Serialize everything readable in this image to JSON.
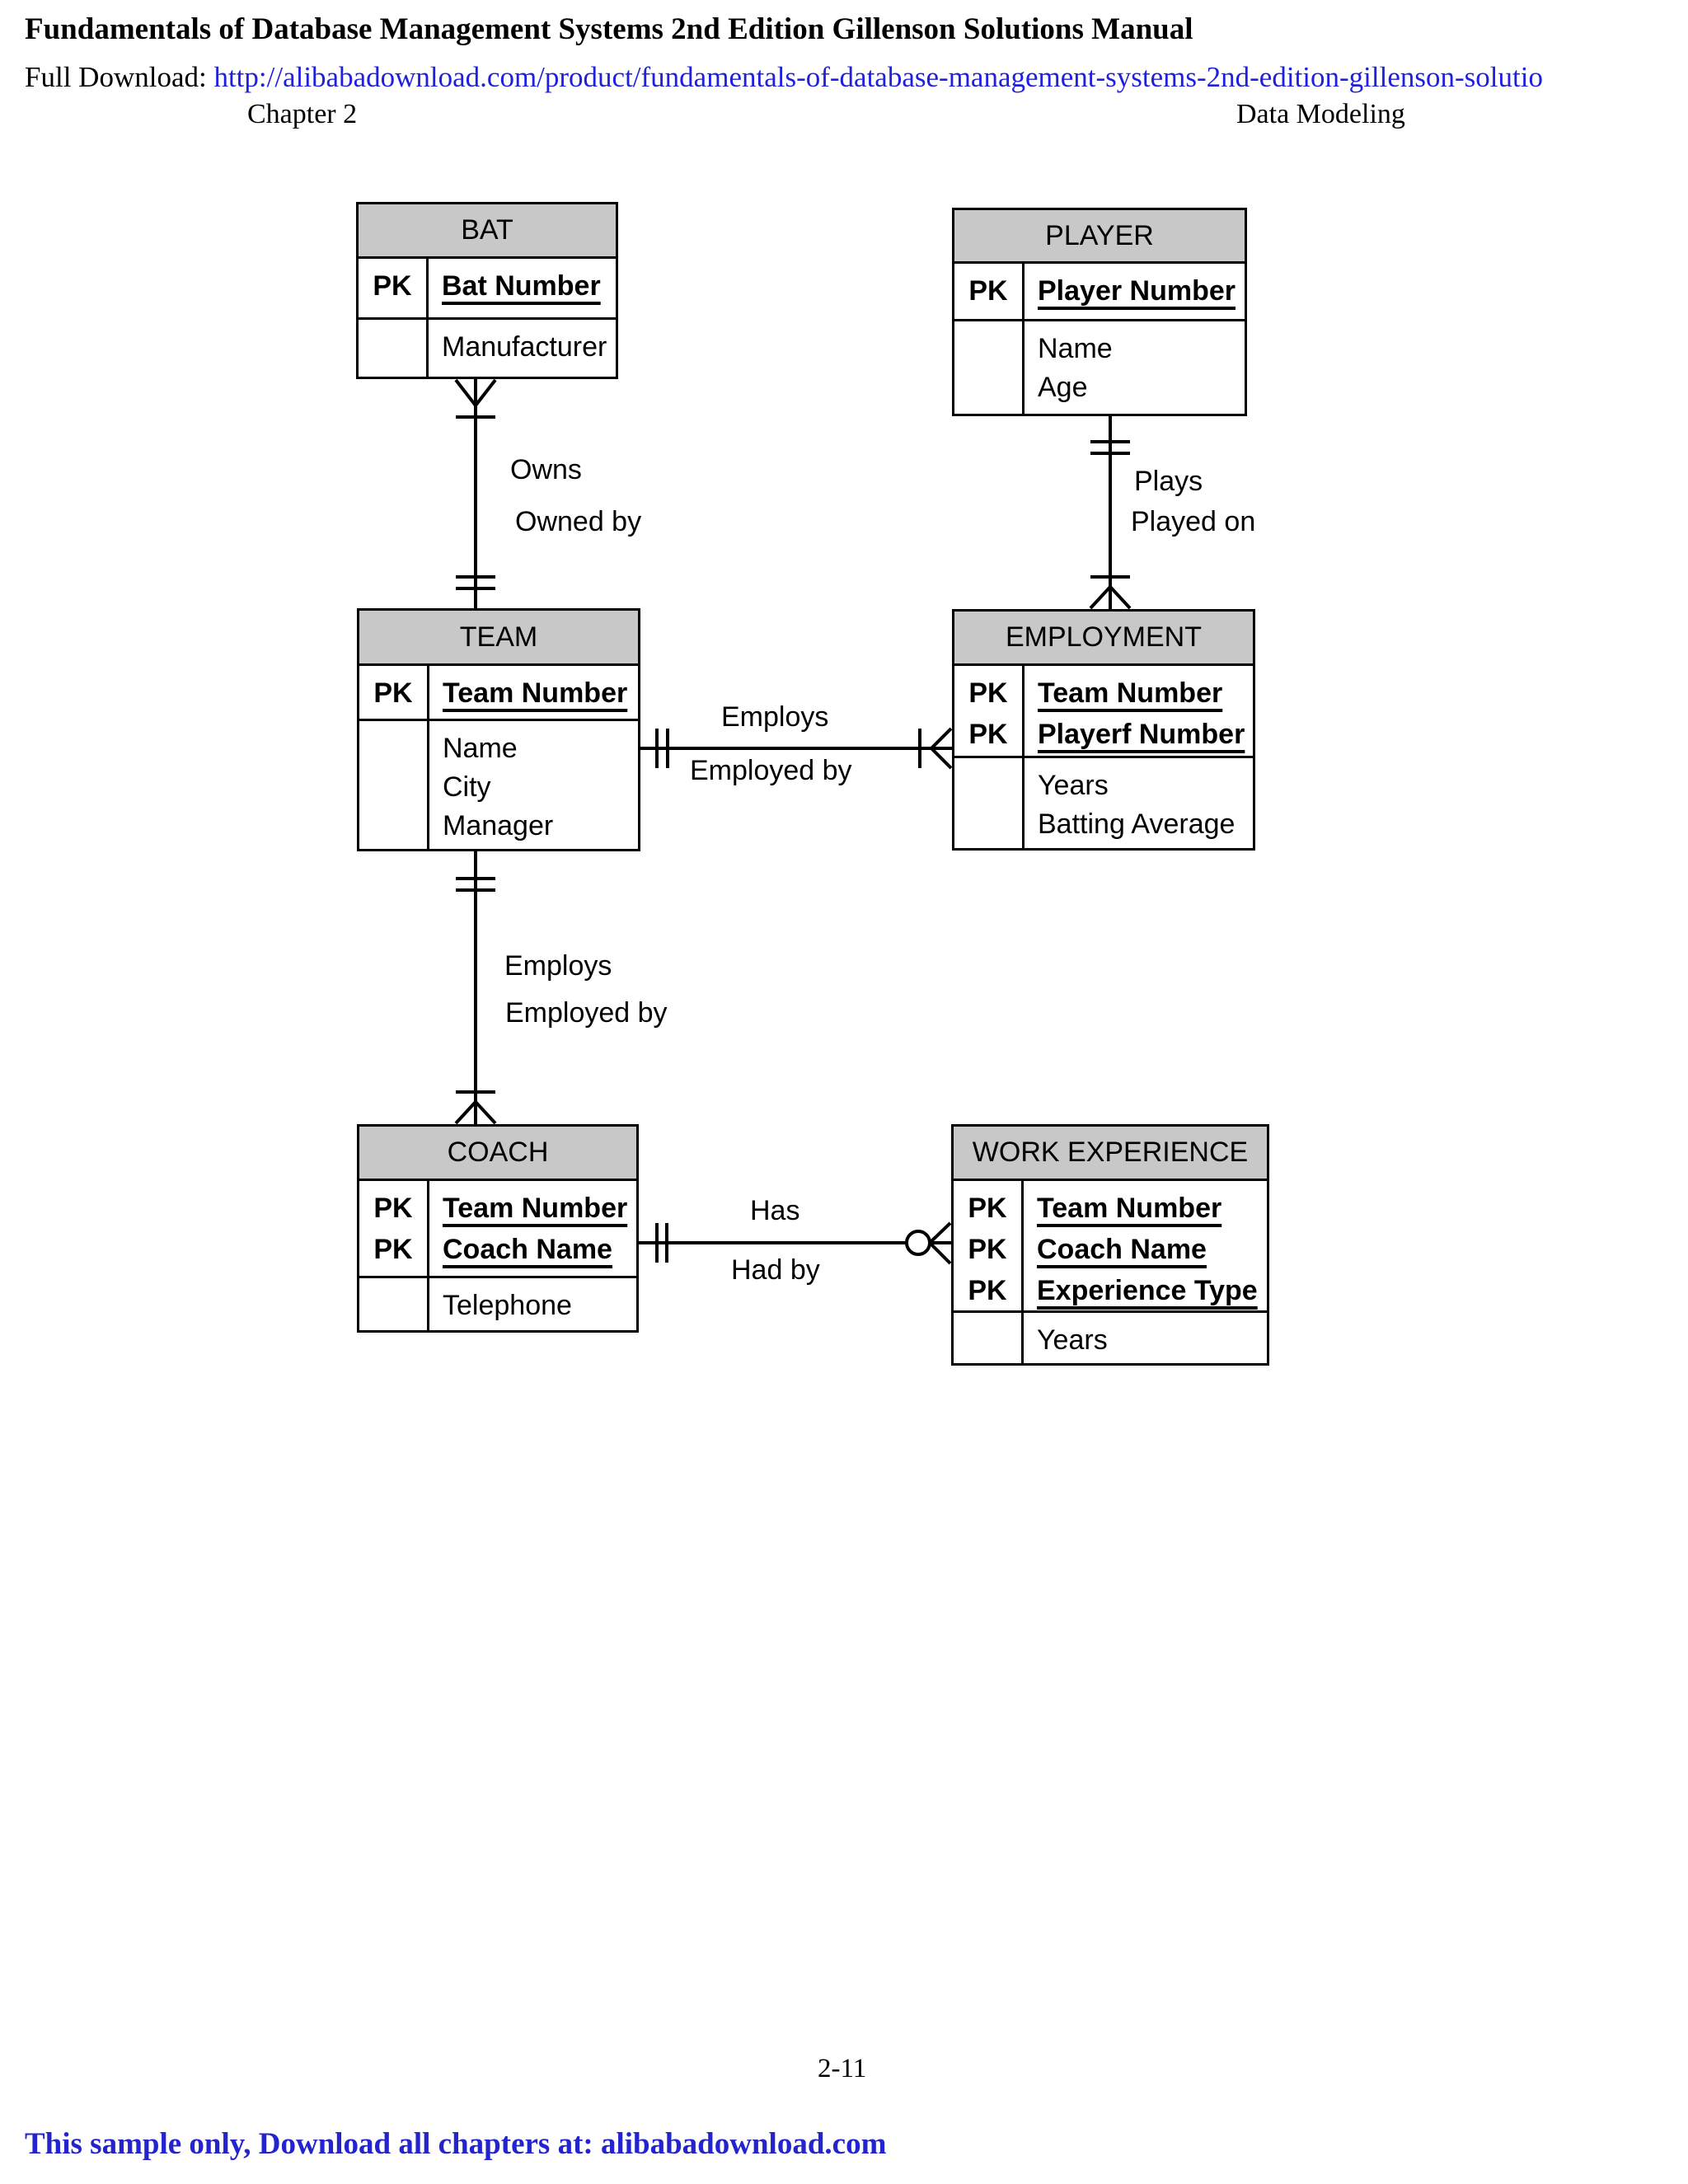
{
  "header": {
    "title": "Fundamentals of Database Management Systems 2nd Edition Gillenson Solutions Manual",
    "download_prefix": "Full Download: ",
    "download_url": "http://alibabadownload.com/product/fundamentals-of-database-management-systems-2nd-edition-gillenson-solutio",
    "chapter": "Chapter 2",
    "section": "Data Modeling"
  },
  "diagram": {
    "pk_label": "PK",
    "entities": [
      {
        "id": "bat",
        "title": "BAT",
        "pks": [
          "Bat Number"
        ],
        "attrs": [
          "Manufacturer"
        ]
      },
      {
        "id": "player",
        "title": "PLAYER",
        "pks": [
          "Player Number"
        ],
        "attrs": [
          "Name",
          "Age"
        ]
      },
      {
        "id": "team",
        "title": "TEAM",
        "pks": [
          "Team Number"
        ],
        "attrs": [
          "Name",
          "City",
          "Manager"
        ]
      },
      {
        "id": "employment",
        "title": "EMPLOYMENT",
        "pks": [
          "Team Number",
          "Playerf Number"
        ],
        "attrs": [
          "Years",
          "Batting Average"
        ]
      },
      {
        "id": "coach",
        "title": "COACH",
        "pks": [
          "Team Number",
          "Coach Name"
        ],
        "attrs": [
          "Telephone"
        ]
      },
      {
        "id": "work_experience",
        "title": "WORK EXPERIENCE",
        "pks": [
          "Team Number",
          "Coach Name",
          "Experience Type"
        ],
        "attrs": [
          "Years"
        ]
      }
    ],
    "relationships": [
      {
        "forward": "Owns",
        "reverse": "Owned by",
        "between": [
          "TEAM",
          "BAT"
        ]
      },
      {
        "forward": "Plays",
        "reverse": "Played on",
        "between": [
          "PLAYER",
          "EMPLOYMENT"
        ]
      },
      {
        "forward": "Employs",
        "reverse": "Employed by",
        "between": [
          "TEAM",
          "EMPLOYMENT"
        ]
      },
      {
        "forward": "Employs",
        "reverse": "Employed by",
        "between": [
          "TEAM",
          "COACH"
        ]
      },
      {
        "forward": "Has",
        "reverse": "Had by",
        "between": [
          "COACH",
          "WORK EXPERIENCE"
        ]
      }
    ]
  },
  "footer": {
    "page_number": "2-11",
    "sample_note": "This sample only, Download all chapters at: alibabadownload.com"
  },
  "colors": {
    "entity_header_fill": "#c8c8c8",
    "link_blue": "#1f1fe0",
    "footer_blue": "#2424cf",
    "line_black": "#000000"
  }
}
